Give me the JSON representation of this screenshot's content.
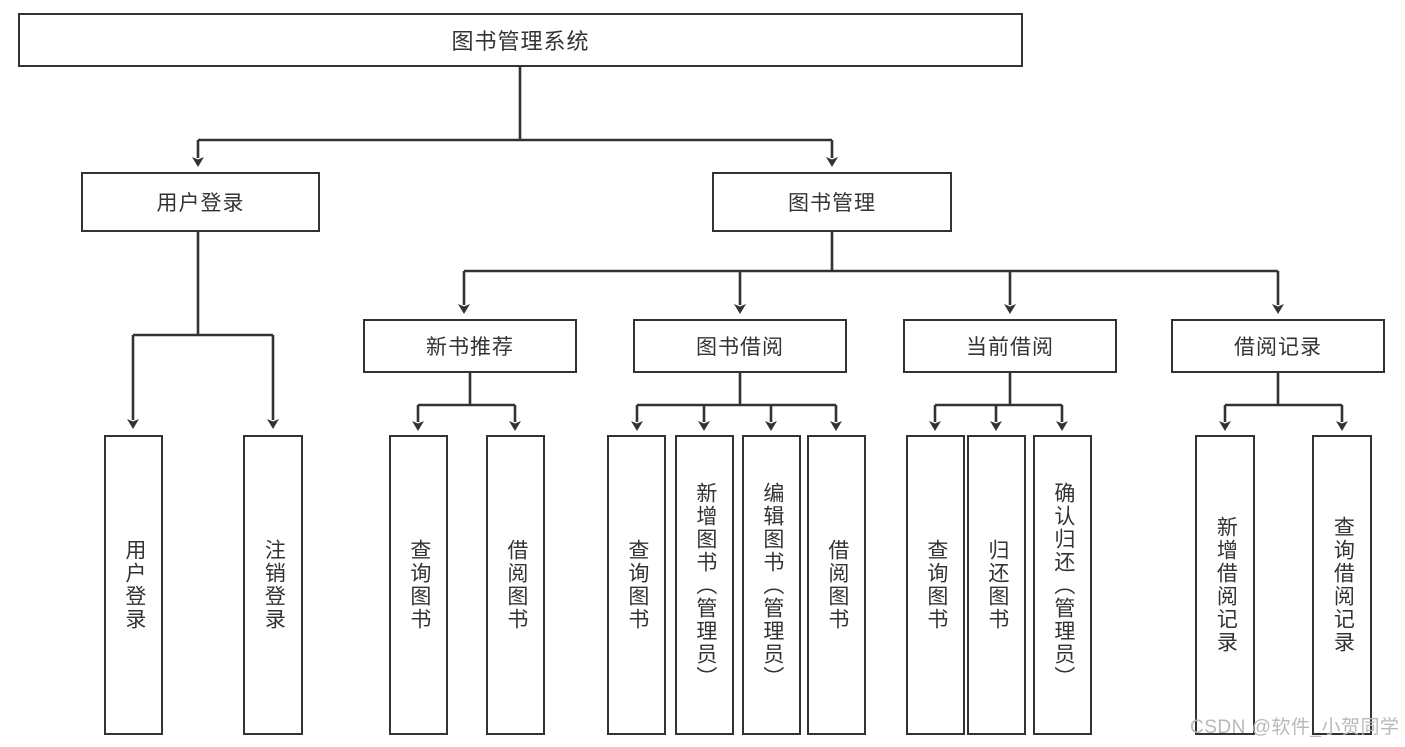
{
  "diagram": {
    "title": "图书管理系统",
    "type": "tree-hierarchy-chart",
    "stroke_color": "#333333",
    "text_color": "#333333",
    "background_color": "#ffffff",
    "root": {
      "label": "图书管理系统"
    },
    "level1": [
      {
        "label": "用户登录"
      },
      {
        "label": "图书管理"
      }
    ],
    "level2": [
      {
        "label": "新书推荐"
      },
      {
        "label": "图书借阅"
      },
      {
        "label": "当前借阅"
      },
      {
        "label": "借阅记录"
      }
    ],
    "leaves": {
      "user_login": [
        {
          "label": "用户登录"
        },
        {
          "label": "注销登录"
        }
      ],
      "new_book_recommend": [
        {
          "label": "查询图书"
        },
        {
          "label": "借阅图书"
        }
      ],
      "book_borrow": [
        {
          "label": "查询图书"
        },
        {
          "label": "新增图书（管理员）"
        },
        {
          "label": "编辑图书（管理员）"
        },
        {
          "label": "借阅图书"
        }
      ],
      "current_borrow": [
        {
          "label": "查询图书"
        },
        {
          "label": "归还图书"
        },
        {
          "label": "确认归还（管理员）"
        }
      ],
      "borrow_record": [
        {
          "label": "新增借阅记录"
        },
        {
          "label": "查询借阅记录"
        }
      ]
    },
    "watermark": "CSDN @软件_小贺同学"
  }
}
